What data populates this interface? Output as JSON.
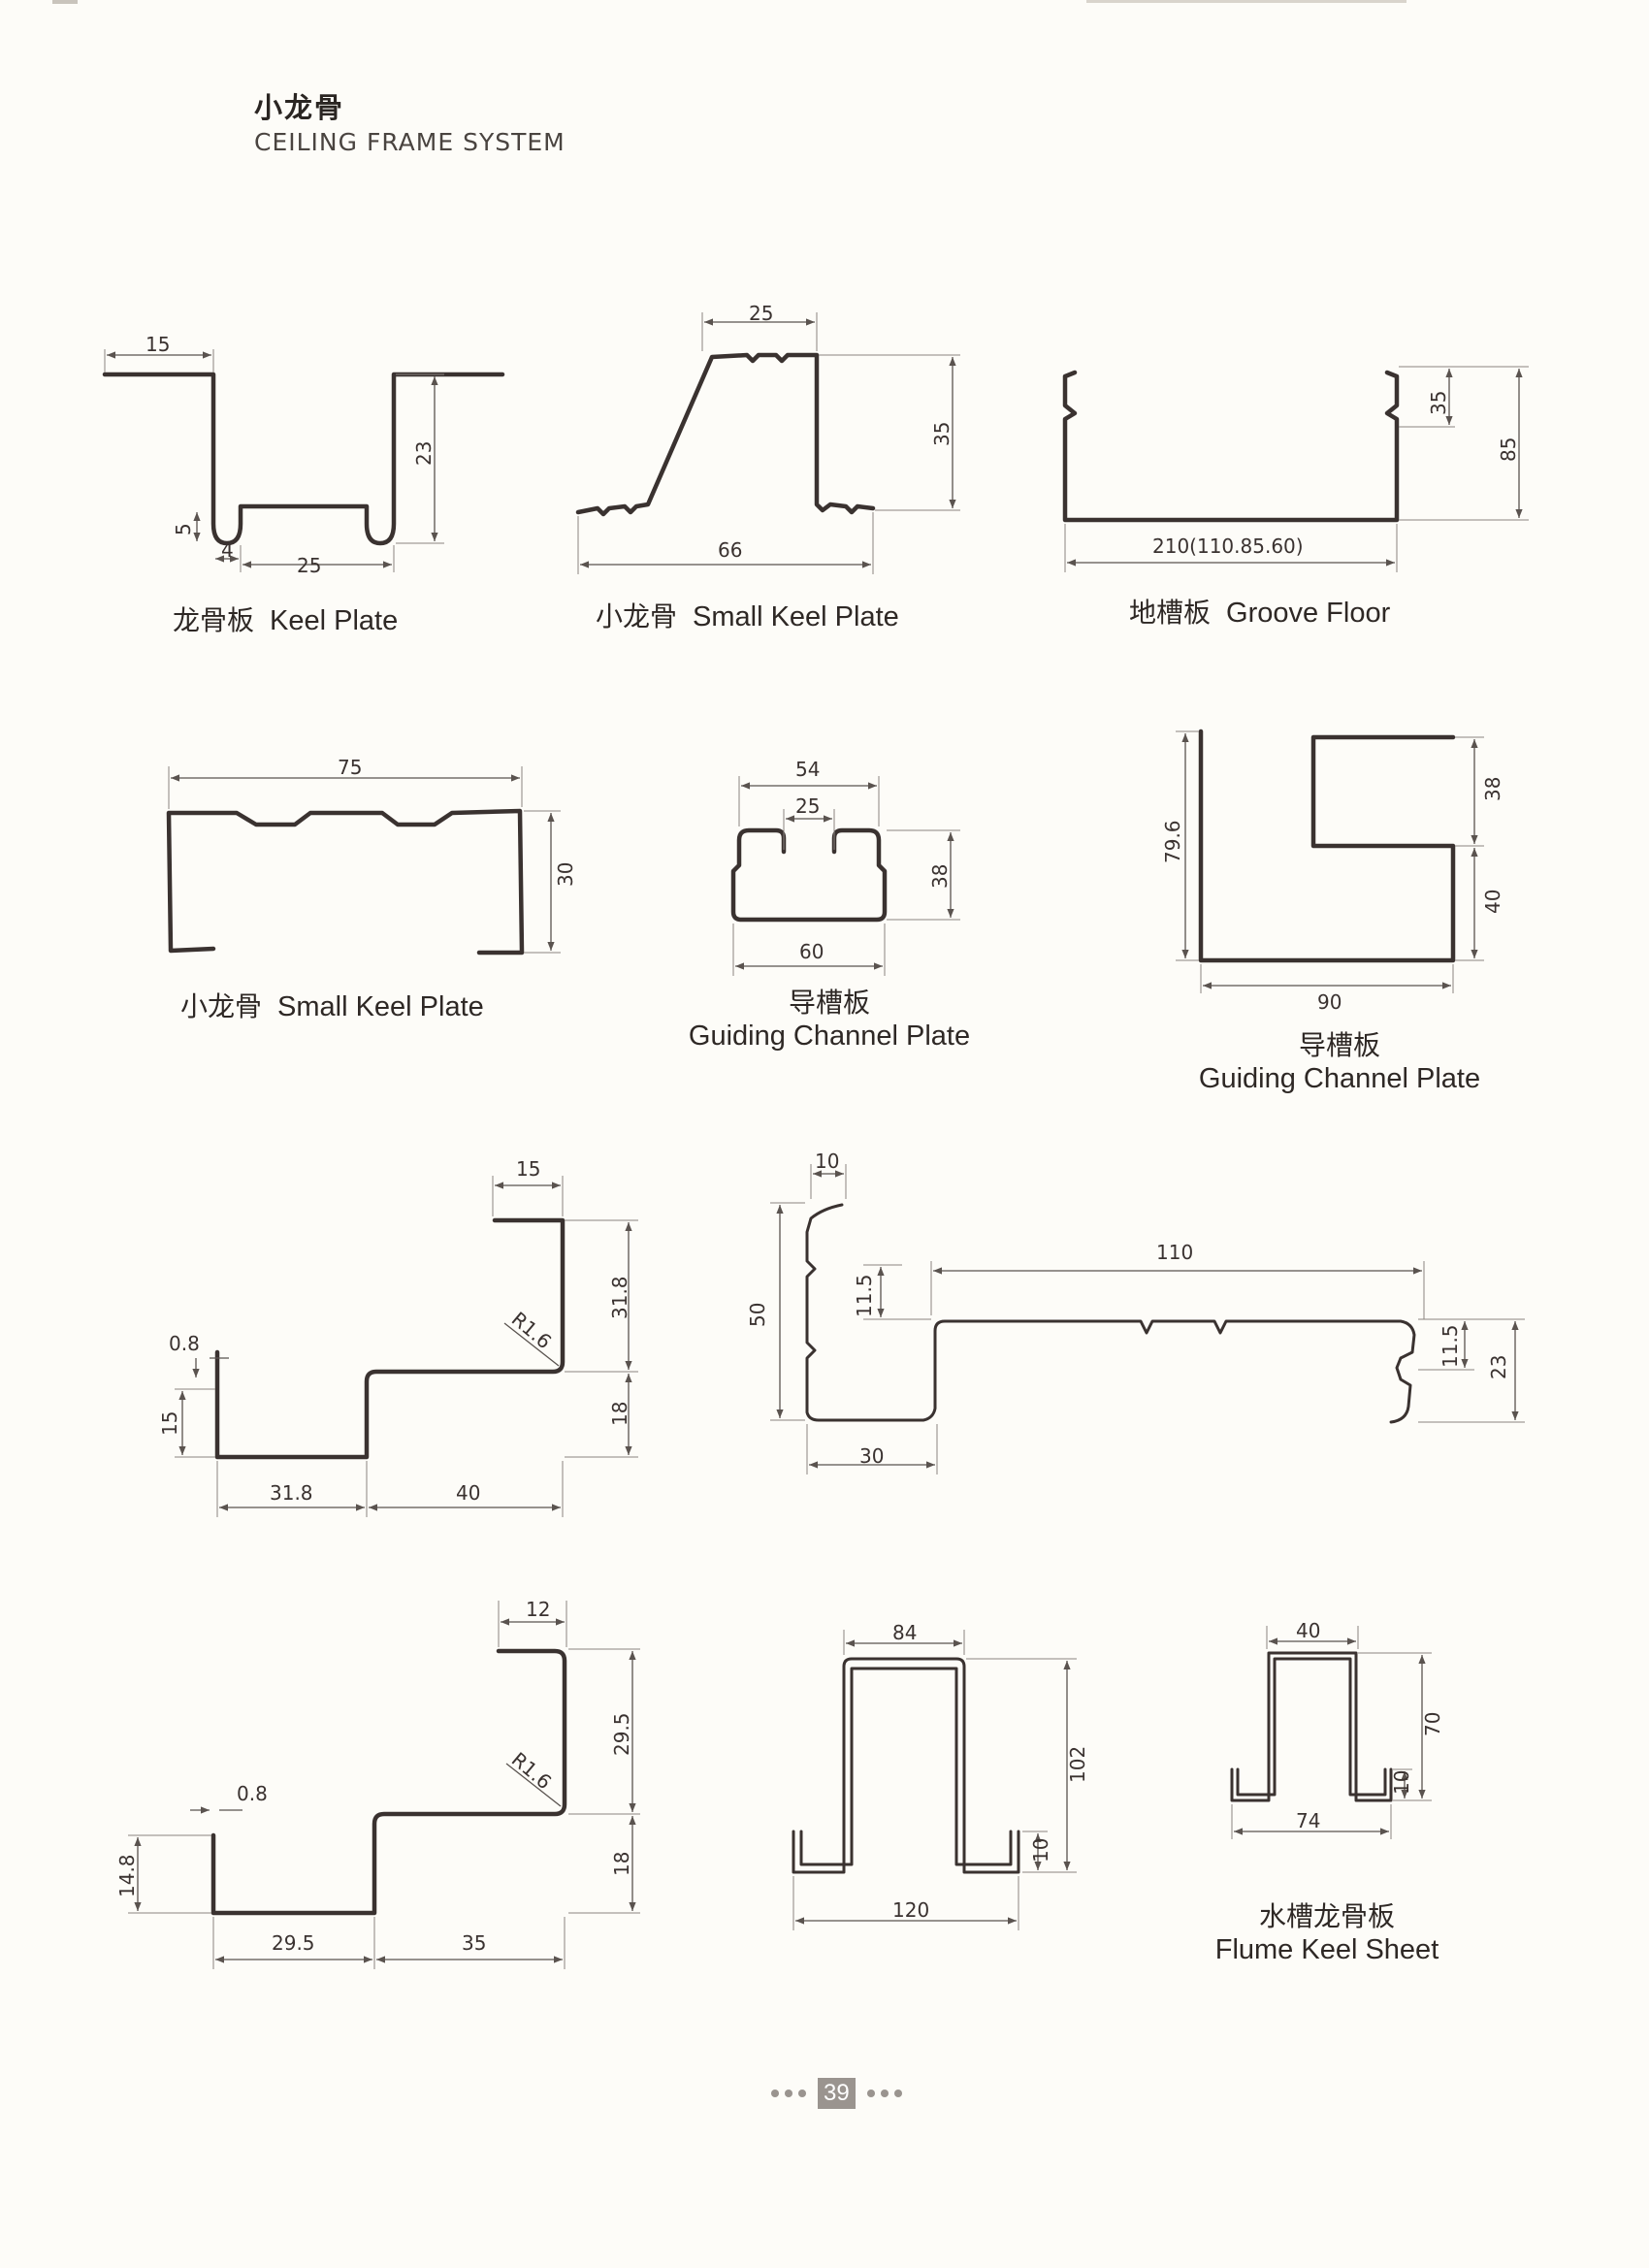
{
  "header": {
    "title_cn": "小龙骨",
    "title_en": "CEILING FRAME SYSTEM"
  },
  "profiles": [
    {
      "name_cn": "龙骨板",
      "name_en": "Keel Plate",
      "dims": [
        "15",
        "23",
        "5",
        "4",
        "25"
      ]
    },
    {
      "name_cn": "小龙骨",
      "name_en": "Small Keel Plate",
      "dims": [
        "25",
        "35",
        "66"
      ]
    },
    {
      "name_cn": "地槽板",
      "name_en": "Groove Floor",
      "dims": [
        "35",
        "85",
        "210(110.85.60)"
      ]
    },
    {
      "name_cn": "小龙骨",
      "name_en": "Small Keel Plate",
      "dims": [
        "75",
        "30"
      ]
    },
    {
      "name_cn": "导槽板",
      "name_en": "Guiding Channel Plate",
      "dims": [
        "54",
        "25",
        "38",
        "60"
      ]
    },
    {
      "name_cn": "导槽板",
      "name_en": "Guiding Channel Plate",
      "dims": [
        "79.6",
        "38",
        "40",
        "90"
      ]
    },
    {
      "name_cn": "",
      "name_en": "",
      "dims": [
        "15",
        "31.8",
        "R1.6",
        "0.8",
        "15",
        "18",
        "31.8",
        "40"
      ]
    },
    {
      "name_cn": "",
      "name_en": "",
      "dims": [
        "10",
        "50",
        "11.5",
        "110",
        "11.5",
        "23",
        "30"
      ]
    },
    {
      "name_cn": "",
      "name_en": "",
      "dims": [
        "12",
        "29.5",
        "R1.6",
        "0.8",
        "14.8",
        "18",
        "29.5",
        "35"
      ]
    },
    {
      "name_cn": "",
      "name_en": "",
      "dims": [
        "84",
        "102",
        "10",
        "120"
      ]
    },
    {
      "name_cn": "水槽龙骨板",
      "name_en": "Flume Keel Sheet",
      "dims": [
        "40",
        "70",
        "10",
        "74"
      ]
    }
  ],
  "page_number": "39",
  "colors": {
    "line": "#3a3230",
    "dim_line": "#5a534f",
    "paper": "#fdfcf8",
    "page_badge": "#9a948f"
  }
}
